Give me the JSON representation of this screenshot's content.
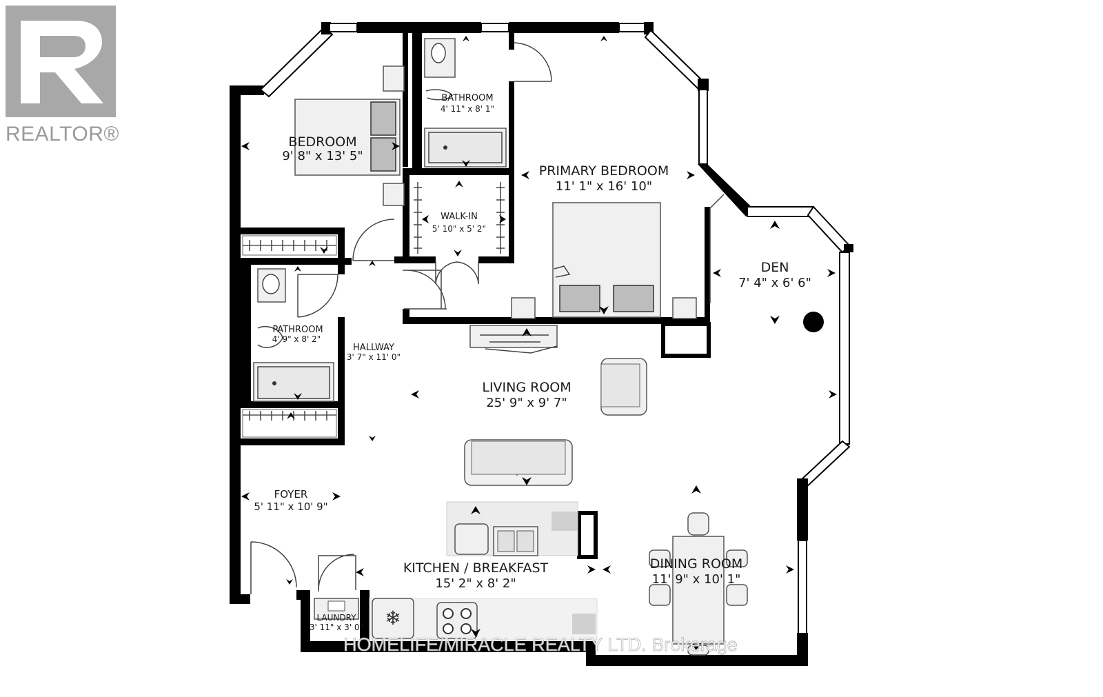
{
  "brand": {
    "logo_name": "REALTOR",
    "logo_text": "REALTOR®"
  },
  "watermark": "HOMELIFE/MIRACLE REALTY LTD. Brokerage",
  "rooms": {
    "bedroom": {
      "name": "BEDROOM",
      "dims": "9' 8\" x 13' 5\""
    },
    "bathroom": {
      "name": "BATHROOM",
      "dims": "4' 11\" x 8' 1\""
    },
    "primary_bedroom": {
      "name": "PRIMARY BEDROOM",
      "dims": "11' 1\" x 16' 10\""
    },
    "walk_in": {
      "name": "WALK-IN",
      "dims": "5' 10\" x 5' 2\""
    },
    "den": {
      "name": "DEN",
      "dims": "7' 4\" x 6' 6\""
    },
    "pathroom": {
      "name": "PATHROOM",
      "dims": "4' 9\" x 8' 2\""
    },
    "hallway": {
      "name": "HALLWAY",
      "dims": "3' 7\" x 11' 0\""
    },
    "living_room": {
      "name": "LIVING ROOM",
      "dims": "25' 9\" x 9' 7\""
    },
    "foyer": {
      "name": "FOYER",
      "dims": "5' 11\" x 10' 9\""
    },
    "kitchen": {
      "name": "KITCHEN / BREAKFAST",
      "dims": "15' 2\" x 8' 2\""
    },
    "dining_room": {
      "name": "DINING ROOM",
      "dims": "11' 9\" x 10' 1\""
    },
    "laundry": {
      "name": "LAUNDRY",
      "dims": "3' 11\" x 3' 0\""
    }
  }
}
